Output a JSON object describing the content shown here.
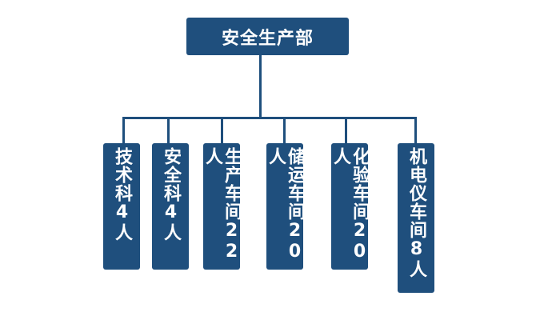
{
  "colors": {
    "node_fill": "#1f4f7d",
    "connector": "#1f4f7d",
    "text": "#ffffff",
    "background": "#ffffff"
  },
  "top": {
    "label": "安全生产部"
  },
  "departments": [
    {
      "label": "技术科4人"
    },
    {
      "label": "安全科4人"
    },
    {
      "label": "生产车间22人"
    },
    {
      "label": "储运车间20人"
    },
    {
      "label": "化验车间20人"
    },
    {
      "label": "机电仪车间8人"
    }
  ]
}
